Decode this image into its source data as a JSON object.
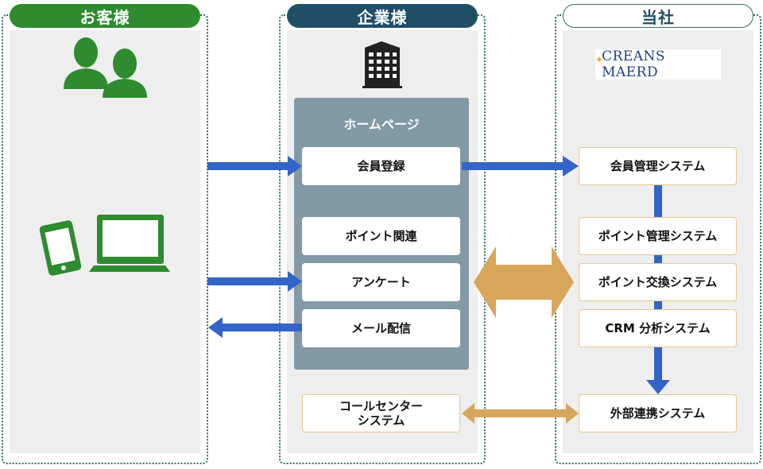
{
  "columns": {
    "customer": {
      "label": "お客様",
      "color": "#2e8b2e"
    },
    "company": {
      "label": "企業様",
      "color": "#1f4e66"
    },
    "ourco": {
      "label": "当社",
      "color": "#ffffff"
    }
  },
  "logo": {
    "text": "CREANS MAERD"
  },
  "homepage": {
    "title": "ホームページ",
    "items": [
      "会員登録",
      "ポイント関連",
      "アンケート",
      "メール配信"
    ]
  },
  "callcenter": {
    "line1": "コールセンター",
    "line2": "システム"
  },
  "systems": [
    "会員管理システム",
    "ポイント管理システム",
    "ポイント交換システム",
    "CRM 分析システム",
    "外部連携システム"
  ],
  "colors": {
    "blue_arrow": "#3464c8",
    "tan_arrow": "#d8a65a",
    "panel_gray": "#eeeeee",
    "homepage_panel": "#8299a6",
    "green_icon": "#2e8b2e"
  }
}
